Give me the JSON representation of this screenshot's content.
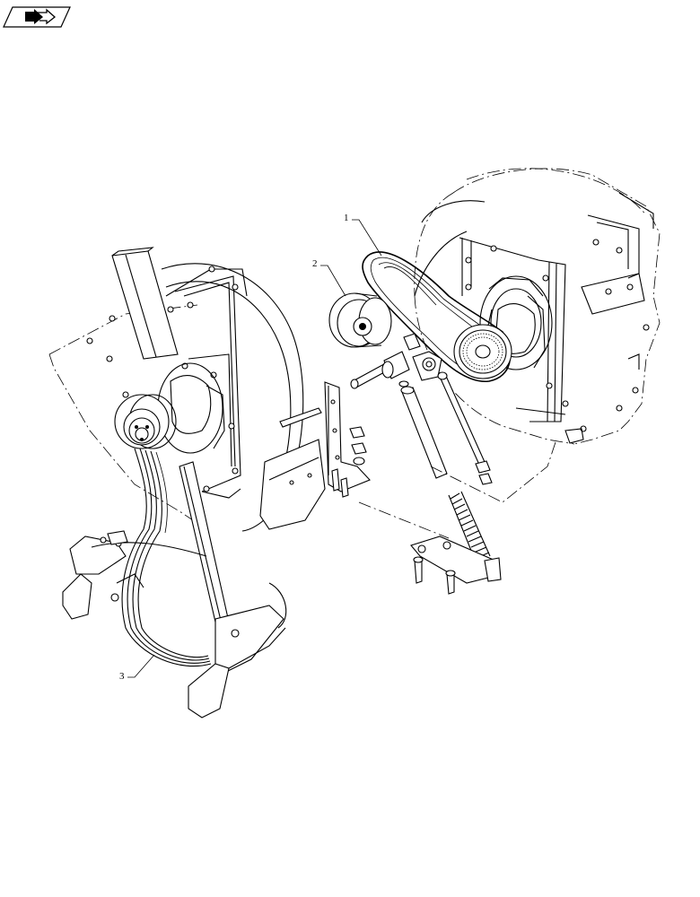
{
  "nav_icon": "next-page-arrow-icon",
  "callouts": {
    "item1": "1",
    "item2": "2",
    "item3": "3"
  }
}
